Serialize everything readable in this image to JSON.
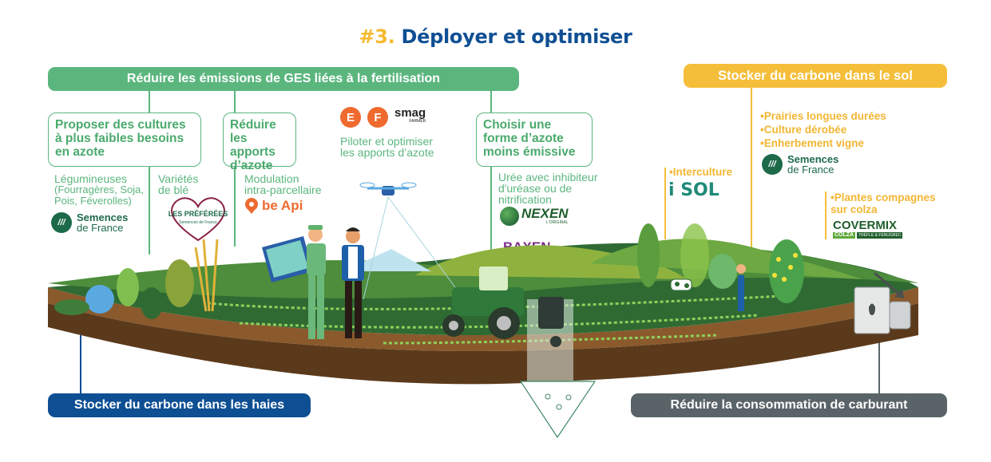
{
  "title": {
    "number": "#3.",
    "text": "Déployer et optimiser"
  },
  "colors": {
    "green": "#5bb67e",
    "yellow": "#f5be3a",
    "blue": "#0e4f93",
    "grey": "#5a6468",
    "title_number": "#f5b92e",
    "title_text": "#0f4f93"
  },
  "banners": {
    "ges": "Réduire les émissions de GES liées à la fertilisation",
    "sol": "Stocker du carbone dans le sol",
    "haies": "Stocker du carbone dans les haies",
    "carburant": "Réduire la consommation de carburant"
  },
  "boxes": {
    "cultures": [
      "Proposer des cultures",
      "à plus faibles besoins",
      "en azote"
    ],
    "apports": [
      "Réduire",
      "les apports",
      "d’azote"
    ],
    "forme": [
      "Choisir une",
      "forme d’azote",
      "moins émissive"
    ]
  },
  "labels": {
    "legumineuses": [
      "Légumineuses",
      "(Fourragères, Soja,",
      "Pois, Féverolles)"
    ],
    "varietes": [
      "Variétés",
      "de blé"
    ],
    "modulation": [
      "Modulation",
      "intra-parcellaire"
    ],
    "piloter": [
      "Piloter et optimiser",
      "les apports d’azote"
    ],
    "uree": [
      "Urée avec inhibiteur",
      "d'uréase ou de",
      "nitrification"
    ],
    "interculture": "•Interculture",
    "sol_list": [
      "•Prairies longues durées",
      "•Culture dérobée",
      "•Enherbement vigne"
    ],
    "plantes": [
      "•Plantes compagnes",
      "sur colza"
    ]
  },
  "logos": {
    "semences_1": "Semences",
    "semences_2": "de France",
    "preferees": "LES PRÉFÉRÉES",
    "preferees_sub": "Semences de France",
    "beapi": "be Api",
    "e_badge": "E",
    "f_badge": "F",
    "smag": "smag",
    "smag_sub": "FARMER",
    "nexen": "NEXEN",
    "nexen_sub": "L'ORIGINAL",
    "baxen": "BAXEN",
    "isol": "i SOL",
    "covermix": "COVERMIX",
    "covermix_sub": "COLZA",
    "covermix_sub2": "TRÈFLE & FENUGREC"
  }
}
